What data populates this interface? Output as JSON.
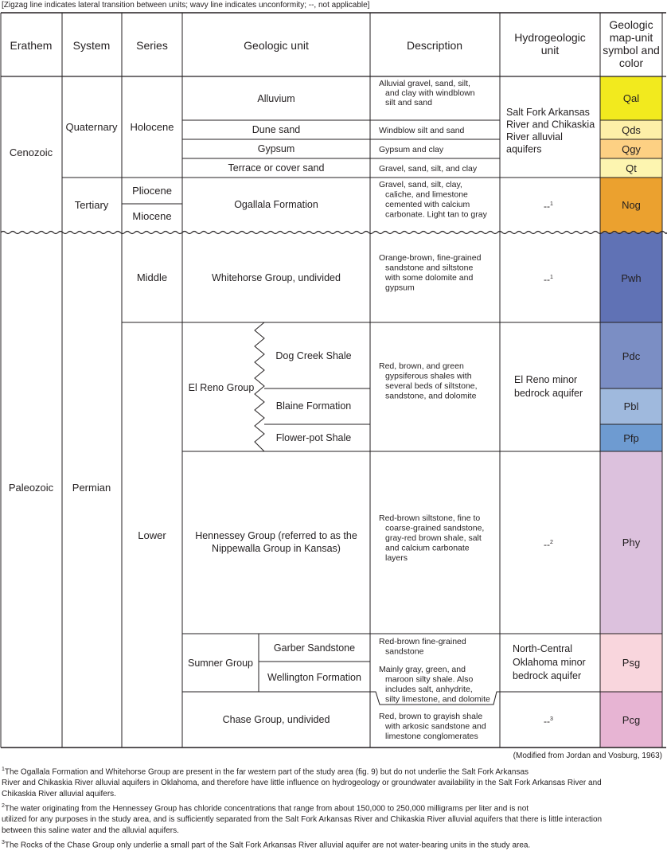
{
  "note": "[Zigzag line indicates lateral transition between units; wavy line indicates unconformity; --, not applicable]",
  "headers": {
    "erathem": "Erathem",
    "system": "System",
    "series": "Series",
    "geologic_unit": "Geologic unit",
    "description": "Description",
    "hydrogeologic_unit": [
      "Hydrogeologic",
      "unit"
    ],
    "map_symbol": [
      "Geologic",
      "map-unit",
      "symbol and",
      "color"
    ]
  },
  "erathems": {
    "cenozoic": "Cenozoic",
    "paleozoic": "Paleozoic"
  },
  "systems": {
    "quaternary": "Quaternary",
    "tertiary": "Tertiary",
    "permian": "Permian"
  },
  "series": {
    "holocene": "Holocene",
    "pliocene": "Pliocene",
    "miocene": "Miocene",
    "middle": "Middle",
    "lower": "Lower"
  },
  "groups": {
    "el_reno": "El Reno Group",
    "hennessey": [
      "Hennessey Group (referred to as the",
      "Nippewalla Group in Kansas)"
    ],
    "sumner": "Sumner Group"
  },
  "units": {
    "alluvium": "Alluvium",
    "dune_sand": "Dune sand",
    "gypsum": "Gypsum",
    "terrace": "Terrace or cover sand",
    "ogallala": "Ogallala Formation",
    "whitehorse": "Whitehorse Group, undivided",
    "dog_creek": "Dog Creek Shale",
    "blaine": "Blaine Formation",
    "flower_pot": "Flower-pot Shale",
    "garber": "Garber Sandstone",
    "wellington": "Wellington Formation",
    "chase": "Chase Group, undivided"
  },
  "descriptions": {
    "alluvium": [
      "Alluvial gravel, sand, silt,",
      "and clay with windblown",
      "silt and sand"
    ],
    "dune_sand": [
      "Windblow silt and sand"
    ],
    "gypsum": [
      "Gypsum and clay"
    ],
    "terrace": [
      "Gravel, sand, silt, and clay"
    ],
    "ogallala": [
      "Gravel, sand, silt, clay,",
      "caliche, and limestone",
      "cemented with calcium",
      "carbonate. Light tan to gray"
    ],
    "whitehorse": [
      "Orange-brown, fine-grained",
      "sandstone and siltstone",
      "with some dolomite and",
      "gypsum"
    ],
    "el_reno": [
      "Red, brown, and green",
      "gypsiferous shales with",
      "several beds of siltstone,",
      "sandstone, and dolomite"
    ],
    "hennessey": [
      "Red-brown siltstone, fine to",
      "coarse-grained sandstone,",
      "gray-red brown shale, salt",
      "and calcium carbonate",
      "layers"
    ],
    "garber": [
      "Red-brown fine-grained",
      "sandstone"
    ],
    "wellington": [
      "Mainly gray, green, and",
      "maroon silty shale. Also",
      "includes salt, anhydrite,",
      "silty limestone, and dolomite"
    ],
    "chase": [
      "Red, brown to grayish shale",
      "with arkosic sandstone and",
      "limestone conglomerates"
    ]
  },
  "hydro": {
    "alluvial": [
      "Salt Fork Arkansas",
      "River and Chikaskia",
      "River alluvial",
      "aquifers"
    ],
    "na": "--",
    "el_reno": [
      "El Reno minor",
      "bedrock aquifer"
    ],
    "north_central": [
      "North-Central",
      "Oklahoma minor",
      "bedrock aquifer"
    ],
    "note_refs": {
      "ogallala": "1",
      "whitehorse": "1",
      "hennessey": "2",
      "chase": "3"
    }
  },
  "symbols": {
    "Qal": {
      "label": "Qal",
      "color": "#f2ea1e"
    },
    "Qds": {
      "label": "Qds",
      "color": "#fdefa8"
    },
    "Qgy": {
      "label": "Qgy",
      "color": "#fdd083"
    },
    "Qt": {
      "label": "Qt",
      "color": "#fdf5b0"
    },
    "Nog": {
      "label": "Nog",
      "color": "#eba12f"
    },
    "Pwh": {
      "label": "Pwh",
      "color": "#6072b5"
    },
    "Pdc": {
      "label": "Pdc",
      "color": "#7b8ec4"
    },
    "Pbl": {
      "label": "Pbl",
      "color": "#9fb9dd"
    },
    "Pfp": {
      "label": "Pfp",
      "color": "#6e9bd1"
    },
    "Phy": {
      "label": "Phy",
      "color": "#dcc1dd"
    },
    "Psg": {
      "label": "Psg",
      "color": "#f9d6dd"
    },
    "Pcg": {
      "label": "Pcg",
      "color": "#e7b4d3"
    }
  },
  "source": "(Modified from Jordan and Vosburg, 1963)",
  "footnotes": [
    {
      "mark": "1",
      "lines": [
        "The Ogallala Formation and Whitehorse Group are present in the far western part of the study area (fig. 9) but do not underlie the Salt Fork Arkansas",
        "River and Chikaskia River alluvial aquifers in Oklahoma, and therefore have little influence on hydrogeology or groundwater availability in the Salt Fork Arkansas River and",
        "Chikaskia River alluvial aquifers."
      ]
    },
    {
      "mark": "2",
      "lines": [
        "The water originating from the Hennessey Group has chloride concentrations that range from about 150,000 to 250,000 milligrams per liter and is not",
        "utilized for any purposes in the study area, and is sufficiently separated from the Salt Fork Arkansas River and Chikaskia River alluvial aquifers that there is little interaction",
        "between this saline water and the alluvial aquifers."
      ]
    },
    {
      "mark": "3",
      "lines": [
        "The Rocks of the Chase Group only underlie a small part of the Salt Fork Arkansas River alluvial aquifer are not water-bearing units in the study area."
      ]
    }
  ]
}
